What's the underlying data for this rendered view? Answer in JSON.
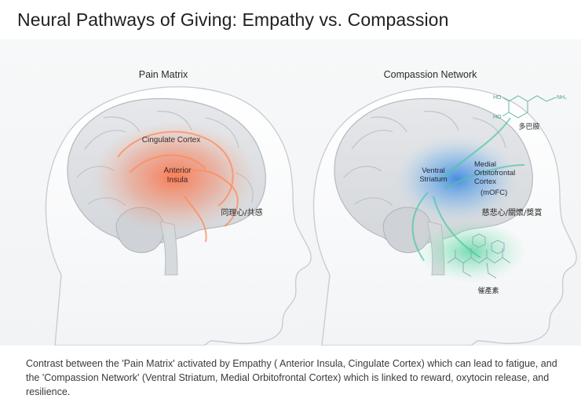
{
  "title": "Neural Pathways of Giving: Empathy vs. Compassion",
  "left": {
    "heading": "Pain Matrix",
    "label_cingulate": "Cingulate Cortex",
    "label_insula_1": "Anterior",
    "label_insula_2": "Insula",
    "label_cjk": "同理心/共感",
    "glow_color": "#f05a3c"
  },
  "right": {
    "heading": "Compassion Network",
    "label_striatum_1": "Ventral",
    "label_striatum_2": "Striatum",
    "label_mofc_1": "Medial",
    "label_mofc_2": "Orbitofrontal",
    "label_mofc_3": "Cortex",
    "label_mofc_4": "(mOFC)",
    "label_cjk": "慈悲心/關懷/獎賞",
    "dopamine_label": "多巴胺",
    "dopamine_ho1": "HO",
    "dopamine_ho2": "HO",
    "dopamine_nh2": "NH₂",
    "oxytocin_label": "催產素",
    "glow_color_blue": "#2f7fe0",
    "glow_color_green": "#3ccf8e"
  },
  "caption": "Contrast between the 'Pain Matrix' activated by Empathy ( Anterior Insula, Cingulate Cortex) which can lead to fatigue, and the 'Compassion Network' (Ventral Striatum, Medial Orbitofrontal Cortex) which is linked to reward, oxytocin release, and resilience."
}
